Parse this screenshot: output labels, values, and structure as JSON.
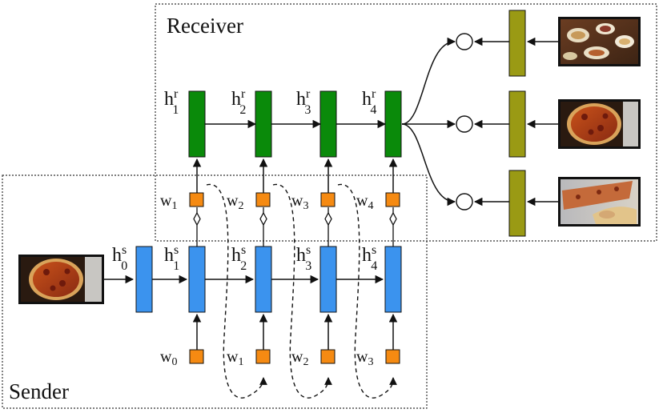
{
  "sections": {
    "receiver_label": "Receiver",
    "sender_label": "Sender"
  },
  "receiver": {
    "hidden_base": "h",
    "hidden_sup": "r",
    "hidden_subs": [
      "1",
      "2",
      "3",
      "4"
    ],
    "color": "#0a8a0a"
  },
  "sender": {
    "hidden_base": "h",
    "hidden_sup": "s",
    "hidden_subs": [
      "0",
      "1",
      "2",
      "3",
      "4"
    ],
    "color": "#3b93ee"
  },
  "message_tokens": {
    "base": "w",
    "subs": [
      "1",
      "2",
      "3",
      "4"
    ],
    "color": "#f58a12"
  },
  "input_tokens": {
    "base": "w",
    "subs": [
      "0",
      "1",
      "2",
      "3"
    ],
    "color": "#f58a12"
  },
  "candidates": {
    "items": [
      "food-spread-image",
      "pizza-image",
      "pizza-slice-image"
    ],
    "embed_color": "#9a9a14"
  },
  "target": {
    "item": "target-pizza-image"
  }
}
